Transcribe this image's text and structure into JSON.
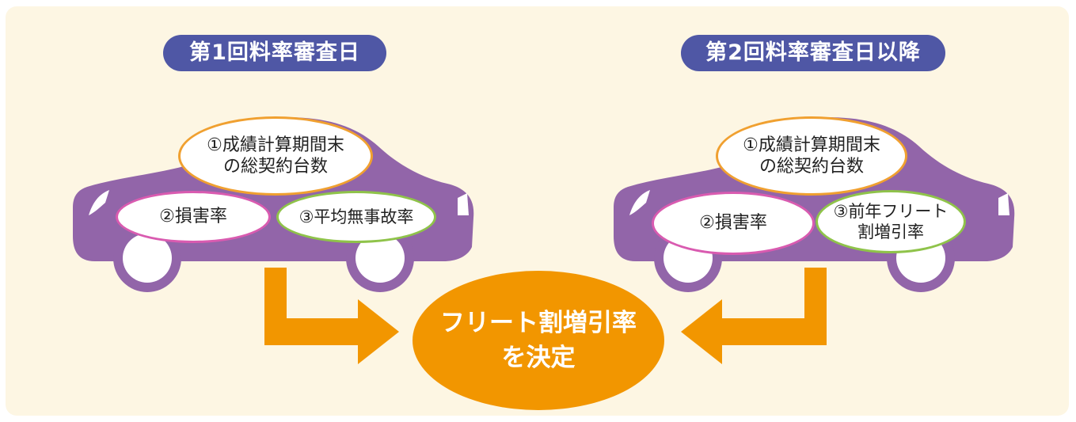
{
  "colors": {
    "background": "#fdf6e3",
    "pill": "#4f57a5",
    "car": "#9265a9",
    "wheel": "#ffffff",
    "arrow": "#f29600",
    "result": "#f29600",
    "bubble_orange_border": "#f0a030",
    "bubble_pink_border": "#d95bb0",
    "bubble_green_border": "#8fc34a"
  },
  "left": {
    "title": "第1回料率審査日",
    "factor1": "①成績計算期間末\nの総契約台数",
    "factor2": "②損害率",
    "factor3": "③平均無事故率"
  },
  "right": {
    "title": "第2回料率審査日以降",
    "factor1": "①成績計算期間末\nの総契約台数",
    "factor2": "②損害率",
    "factor3": "③前年フリート\n割増引率"
  },
  "result": {
    "label": "フリート割増引率\nを決定"
  }
}
